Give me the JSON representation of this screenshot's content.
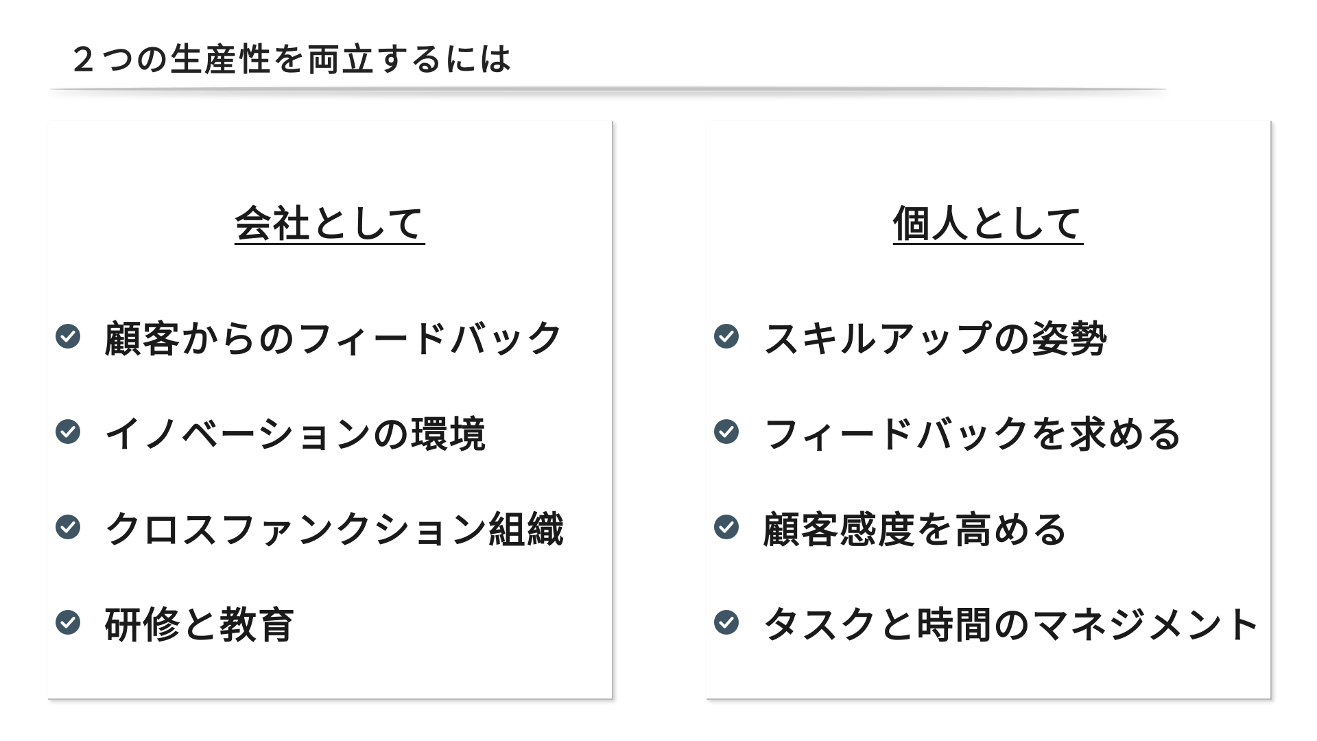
{
  "slide": {
    "title": "２つの生産性を両立するには"
  },
  "colors": {
    "check_icon": "#3f5563",
    "text": "#1a1a1a",
    "panel_border": "#b9b9b9"
  },
  "left_panel": {
    "heading": "会社として",
    "items": [
      {
        "text": "顧客からのフィードバック",
        "icon": "check-circle-icon"
      },
      {
        "text": "イノベーションの環境",
        "icon": "check-circle-icon"
      },
      {
        "text": "クロスファンクション組織",
        "icon": "check-circle-icon"
      },
      {
        "text": "研修と教育",
        "icon": "check-circle-icon"
      }
    ]
  },
  "right_panel": {
    "heading": "個人として",
    "items": [
      {
        "text": "スキルアップの姿勢",
        "icon": "check-circle-icon"
      },
      {
        "text": "フィードバックを求める",
        "icon": "check-circle-icon"
      },
      {
        "text": "顧客感度を高める",
        "icon": "check-circle-icon"
      },
      {
        "text": "タスクと時間のマネジメント",
        "icon": "check-circle-icon"
      }
    ]
  }
}
